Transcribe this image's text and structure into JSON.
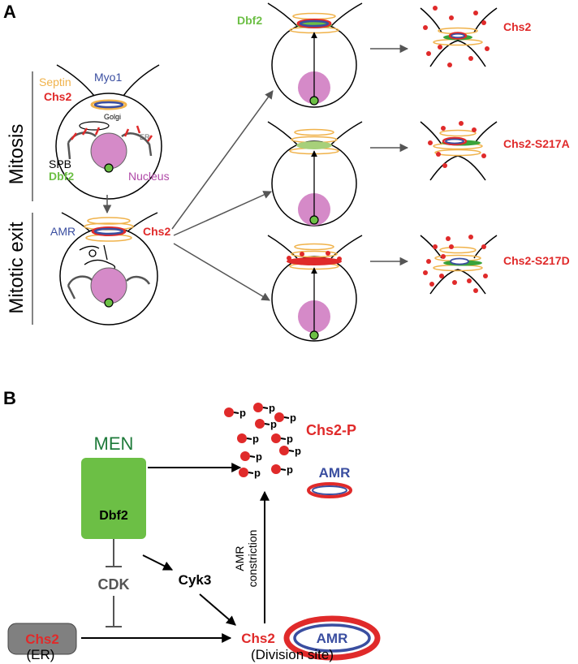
{
  "panel_a": {
    "letter": "A",
    "phase_mitosis": "Mitosis",
    "phase_exit": "Mitotic exit",
    "labels": {
      "septin": "Septin",
      "myo1": "Myo1",
      "chs2": "Chs2",
      "golgi": "Golgi",
      "er": "ER",
      "spb": "SPB",
      "dbf2": "Dbf2",
      "nucleus": "Nucleus",
      "amr": "AMR",
      "chs2_exit": "Chs2",
      "dbf2_top": "Dbf2"
    },
    "outcomes": [
      "Chs2",
      "Chs2-S217A",
      "Chs2-S217D"
    ]
  },
  "panel_b": {
    "letter": "B",
    "men": "MEN",
    "dbf2": "Dbf2",
    "cdk": "CDK",
    "cyk3": "Cyk3",
    "chs2_er_box": "Chs2",
    "chs2_site": "Chs2",
    "chs2_p": "Chs2-P",
    "amr_small": "AMR",
    "amr_big": "AMR",
    "constriction_line1": "AMR",
    "constriction_line2": "constriction",
    "phospho": "p",
    "er_caption": "(ER)",
    "site_caption": "(Division site)"
  },
  "colors": {
    "septin": "#f0b24a",
    "myo1": "#3a4ea0",
    "chs2": "#e02a2a",
    "dbf2": "#6cbf45",
    "nucleus": "#d58ac8",
    "men_box": "#6cbf45",
    "er_box": "#808080",
    "arrow": "#555555"
  }
}
